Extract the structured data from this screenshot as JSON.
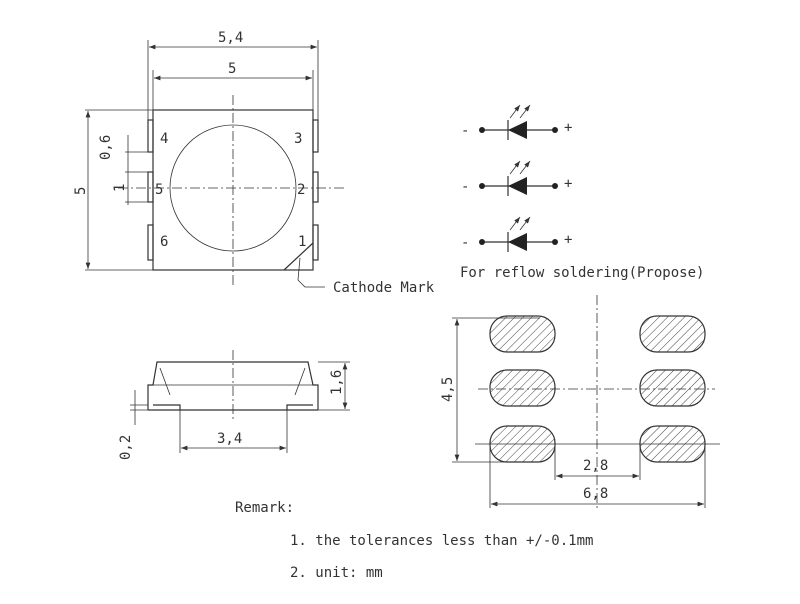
{
  "top_view": {
    "dim_outer_width": "5,4",
    "dim_body_width": "5",
    "dim_height": "5",
    "dim_pad_gap": "0,6",
    "dim_pad_width": "1",
    "pins": [
      "1",
      "2",
      "3",
      "4",
      "5",
      "6"
    ],
    "cathode_label": "Cathode Mark"
  },
  "side_view": {
    "dim_height": "1,6",
    "dim_standoff": "0,2",
    "dim_bottom_width": "3,4"
  },
  "circuit": {
    "minus": "-",
    "plus": "+",
    "rows": 3
  },
  "footprint": {
    "title": "For reflow soldering(Propose)",
    "dim_height": "4,5",
    "dim_inner_gap": "2,8",
    "dim_outer_width": "6,8"
  },
  "remarks": {
    "title": "Remark:",
    "items": [
      "1. the tolerances less than +/-0.1mm",
      "2. unit: mm"
    ]
  }
}
